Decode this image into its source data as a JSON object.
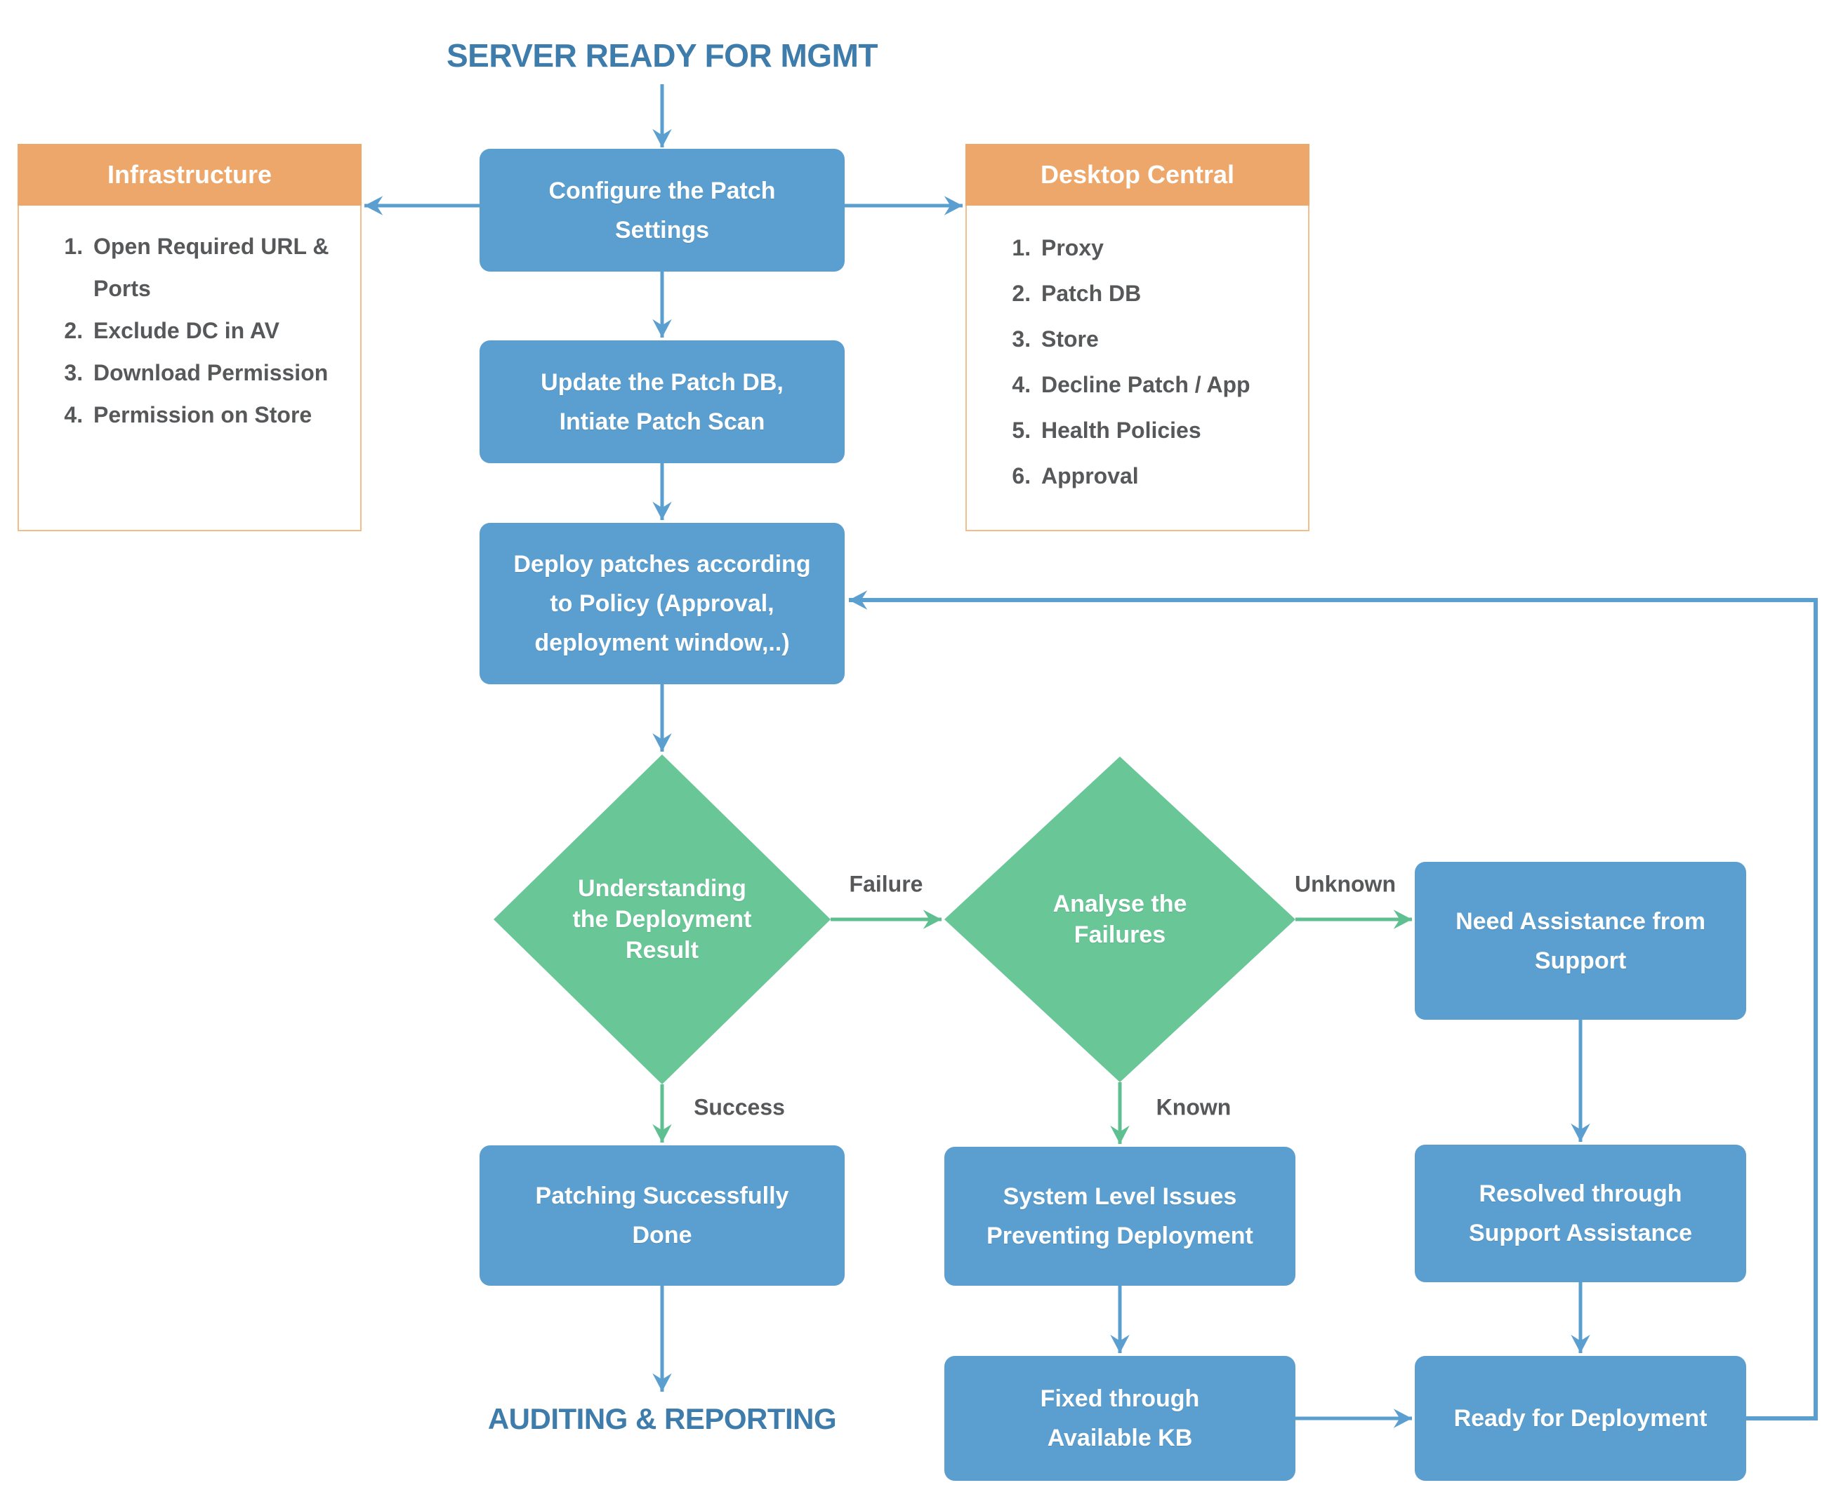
{
  "title": "SERVER READY FOR MGMT",
  "footer_title": "AUDITING & REPORTING",
  "colors": {
    "blue": "#5b9fd0",
    "green": "#68c697",
    "green-line": "#5ebf90",
    "orange": "#eda76a",
    "ink-blue": "#3e7dab",
    "gray": "#57585a"
  },
  "panels": {
    "infrastructure": {
      "title": "Infrastructure",
      "items": [
        "Open Required URL & Ports",
        "Exclude DC in AV",
        "Download Permission",
        "Permission on Store"
      ]
    },
    "desktop_central": {
      "title": "Desktop Central",
      "items": [
        "Proxy",
        "Patch DB",
        "Store",
        "Decline Patch / App",
        "Health Policies",
        "Approval"
      ]
    }
  },
  "nodes": {
    "configure": "Configure the Patch\nSettings",
    "update": "Update the Patch DB,\nIntiate Patch Scan",
    "deploy": "Deploy patches according\nto Policy (Approval,\ndeployment window,..)",
    "understanding": "Understanding\nthe Deployment\nResult",
    "analyse": "Analyse the\nFailures",
    "need_assistance": "Need Assistance from\nSupport",
    "patching_done": "Patching Successfully\nDone",
    "system_issues": "System Level Issues\nPreventing Deployment",
    "resolved": "Resolved through\nSupport Assistance",
    "fixed_kb": "Fixed through\nAvailable KB",
    "ready": "Ready for Deployment"
  },
  "edge_labels": {
    "failure": "Failure",
    "unknown": "Unknown",
    "success": "Success",
    "known": "Known"
  }
}
